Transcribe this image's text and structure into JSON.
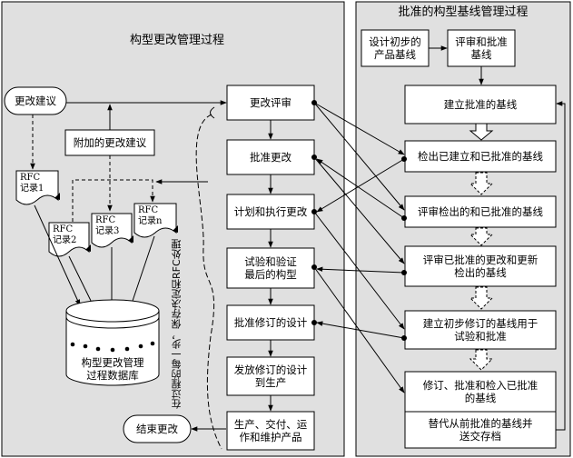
{
  "left_panel": {
    "title": "构型更改管理过程"
  },
  "right_panel": {
    "title": "批准的构型基线管理过程"
  },
  "left_nodes": {
    "change_proposal": "更改建议",
    "additional_proposal": "附加的更改建议",
    "rfc1": [
      "RFC",
      "记录1"
    ],
    "rfc2": [
      "RFC",
      "记录2"
    ],
    "rfc3": [
      "RFC",
      "记录3"
    ],
    "rfcn": [
      "RFC",
      "记录n"
    ],
    "database": [
      "构型更改管理",
      "过程数据库"
    ],
    "end_change": "结束更改",
    "side_note": [
      "在过程的每一步，保",
      "存决定和RFC处理"
    ]
  },
  "center_steps": [
    [
      "更改评审"
    ],
    [
      "批准更改"
    ],
    [
      "计划和执行更改"
    ],
    [
      "试验和验证",
      "最后的构型"
    ],
    [
      "批准修订的设计"
    ],
    [
      "发放修订的设计",
      "到生产"
    ],
    [
      "生产、交付、运",
      "作和维护产品"
    ]
  ],
  "right_nodes": {
    "initial_baseline": [
      "设计初步的",
      "产品基线"
    ],
    "review_approve_baseline": [
      "评审和批准",
      "基线"
    ],
    "establish_baseline": [
      "建立批准的基线"
    ],
    "steps": [
      [
        "检出已建立和已批准的基线"
      ],
      [
        "评审检出的和已批准的基线"
      ],
      [
        "评审已批准的更改和更新",
        "检出的基线"
      ],
      [
        "建立初步修订的基线用于",
        "试验和批准"
      ],
      [
        "修订、批准和检入已批准",
        "的基线"
      ],
      [
        "替代从前批准的基线并",
        "送交存档"
      ]
    ]
  }
}
